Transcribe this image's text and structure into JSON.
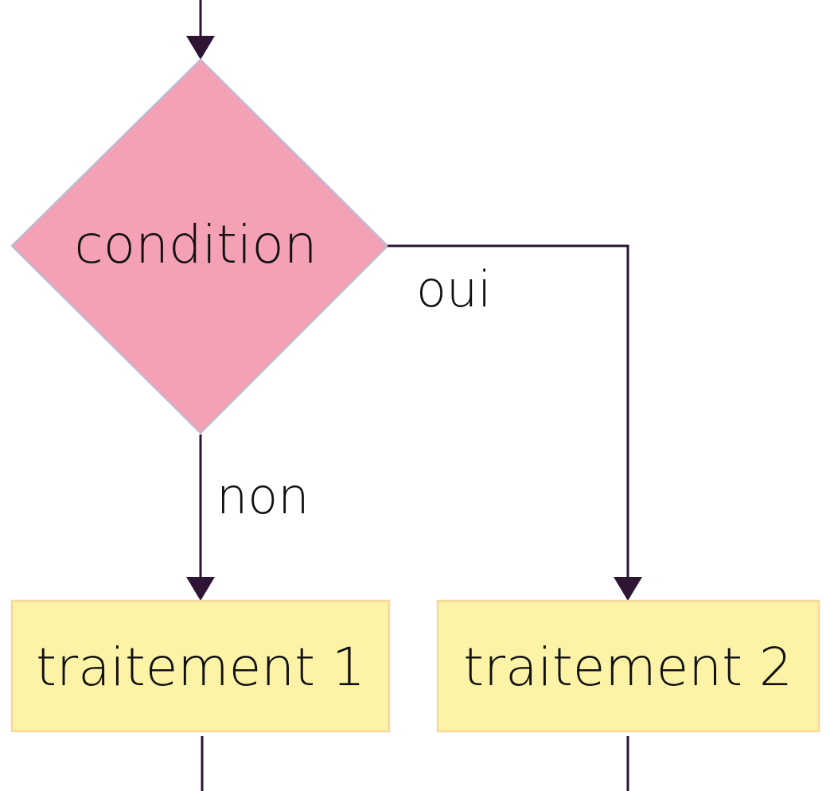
{
  "flowchart": {
    "decision": {
      "label": "condition",
      "fill": "#f4a1b5",
      "stroke": "#c3b7d0"
    },
    "branches": {
      "yes_label": "oui",
      "no_label": "non"
    },
    "process_1": {
      "label": "traitement 1",
      "fill": "#fdf3a7",
      "stroke": "#f6d89b"
    },
    "process_2": {
      "label": "traitement 2",
      "fill": "#fdf3a7",
      "stroke": "#f6d89b"
    },
    "connector_color": "#2e1534",
    "text_color": "#111111"
  }
}
